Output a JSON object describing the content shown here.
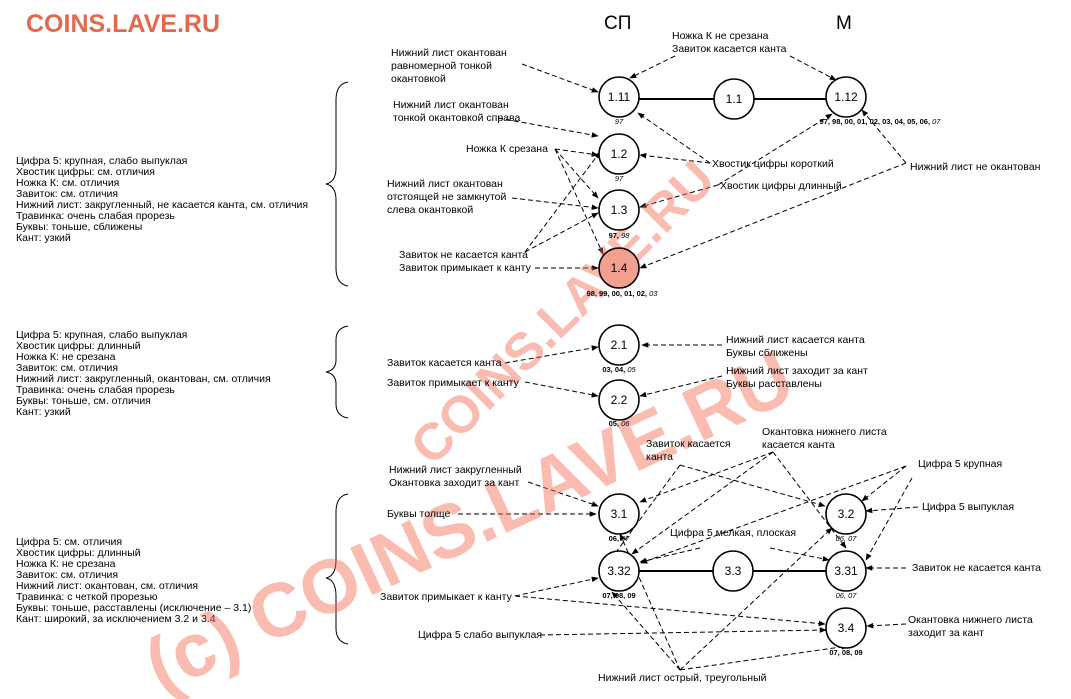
{
  "site": "COINS.LAVE.RU",
  "watermark_diagonal": "COINS.LAVE.RU",
  "watermark_main": "(c) COINS.LAVE.RU",
  "columns": {
    "left": "СП",
    "right": "М"
  },
  "groups": [
    {
      "lines": [
        "Цифра 5: крупная, слабо выпуклая",
        "Хвостик цифры: см. отличия",
        "Ножка К: см. отличия",
        "Завиток: см. отличия",
        "Нижний лист: закругленный, не касается канта, см. отличия",
        "Травинка: очень слабая прорезь",
        "Буквы: тоньше, сближены",
        "Кант: узкий"
      ]
    },
    {
      "lines": [
        "Цифра 5: крупная, слабо выпуклая",
        "Хвостик цифры: длинный",
        "Ножка К: не срезана",
        "Завиток: см. отличия",
        "Нижний лист: закругленный, окантован, см. отличия",
        "Травинка: очень слабая прорезь",
        "Буквы: тоньше, см. отличия",
        "Кант: узкий"
      ]
    },
    {
      "lines": [
        "Цифра 5: см. отличия",
        "Хвостик цифры: длинный",
        "Ножка К: не срезана",
        "Завиток: см. отличия",
        "Нижний лист: окантован, см. отличия",
        "Травинка: с четкой прорезью",
        "Буквы: тоньше, расставлены (исключение – 3.1)",
        "Кант: широкий, за исключением 3.2 и 3.4"
      ]
    }
  ],
  "nodes": [
    {
      "id": "1.11",
      "years": "97",
      "years_italic": ""
    },
    {
      "id": "1.1",
      "years": "",
      "years_italic": ""
    },
    {
      "id": "1.12",
      "years": "97, 98, 00, 01, 02, 03, 04, 05, 06, ",
      "years_italic": "07"
    },
    {
      "id": "1.2",
      "years": "",
      "years_italic": "97"
    },
    {
      "id": "1.3",
      "years": "97, ",
      "years_italic": "98"
    },
    {
      "id": "1.4",
      "years": "98, 99, 00, 01, 02, ",
      "years_italic": "03"
    },
    {
      "id": "2.1",
      "years": "03, 04, ",
      "years_italic": "05"
    },
    {
      "id": "2.2",
      "years": "05, ",
      "years_italic": "06"
    },
    {
      "id": "3.1",
      "years": "06, ",
      "years_italic": "07"
    },
    {
      "id": "3.2",
      "years": "",
      "years_italic": "06, 07"
    },
    {
      "id": "3.32",
      "years": "07, 08, 09",
      "years_italic": ""
    },
    {
      "id": "3.3",
      "years": "",
      "years_italic": ""
    },
    {
      "id": "3.31",
      "years": "",
      "years_italic": "06, 07",
      "years_tail": ""
    },
    {
      "id": "3.4",
      "years": "07, 08, 09",
      "years_italic": ""
    }
  ],
  "labels": {
    "l1": [
      "Нижний лист окантован",
      "равномерной тонкой",
      "окантовкой"
    ],
    "l2": [
      "Ножка К не срезана",
      "Завиток касается канта"
    ],
    "l3": [
      "Нижний лист окантован",
      "тонкой окантовкой справа"
    ],
    "l4": [
      "Ножка К срезана"
    ],
    "l5": [
      "Хвостик цифры короткий"
    ],
    "l6": [
      "Хвостик цифры длинный"
    ],
    "l7": [
      "Нижний лист не окантован"
    ],
    "l8": [
      "Нижний лист окантован",
      "отстоящей не замкнутой",
      "слева окантовкой"
    ],
    "l9": [
      "Завиток не касается канта",
      "Завиток примыкает к канту"
    ],
    "l10": [
      "Нижний лист касается канта",
      "Буквы сближены"
    ],
    "l11": [
      "Завиток касается канта"
    ],
    "l12": [
      "Нижний лист заходит за кант",
      "Буквы расставлены"
    ],
    "l13": [
      "Завиток примыкает к канту"
    ],
    "l14": [
      "Завиток касается",
      "канта"
    ],
    "l15": [
      "Окантовка нижнего листа",
      "касается канта"
    ],
    "l16": [
      "Цифра 5 крупная"
    ],
    "l17": [
      "Нижний лист закругленный",
      "Окантовка заходит за кант"
    ],
    "l18": [
      "Буквы толще"
    ],
    "l19": [
      "Цифра 5 выпуклая"
    ],
    "l20": [
      "Цифра 5 мелкая, плоская"
    ],
    "l21": [
      "Завиток не касается канта"
    ],
    "l22": [
      "Завиток примыкает к канту"
    ],
    "l23": [
      "Окантовка нижнего листа",
      "заходит за кант"
    ],
    "l24": [
      "Цифра 5 слабо выпуклая"
    ],
    "l25": [
      "Нижний лист острый, треугольный"
    ]
  }
}
